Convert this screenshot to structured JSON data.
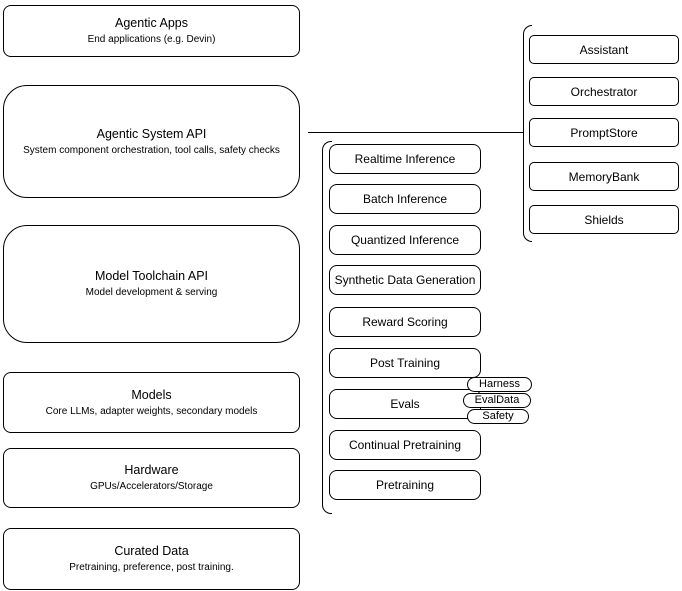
{
  "left_boxes": [
    {
      "title": "Agentic Apps",
      "subtitle": "End applications (e.g. Devin)"
    },
    {
      "title": "Agentic System API",
      "subtitle": "System component orchestration, tool calls, safety checks"
    },
    {
      "title": "Model Toolchain API",
      "subtitle": "Model development & serving"
    },
    {
      "title": "Models",
      "subtitle": "Core LLMs, adapter weights, secondary models"
    },
    {
      "title": "Hardware",
      "subtitle": "GPUs/Accelerators/Storage"
    },
    {
      "title": "Curated Data",
      "subtitle": "Pretraining, preference, post training."
    }
  ],
  "toolchain_boxes": [
    "Realtime Inference",
    "Batch Inference",
    "Quantized Inference",
    "Synthetic Data Generation",
    "Reward Scoring",
    "Post Training",
    "Evals",
    "Continual Pretraining",
    "Pretraining"
  ],
  "system_boxes": [
    "Assistant",
    "Orchestrator",
    "PromptStore",
    "MemoryBank",
    "Shields"
  ],
  "eval_pills": [
    "Harness",
    "EvalData",
    "Safety"
  ],
  "colors": {
    "stroke": "#000000",
    "fill": "#ffffff",
    "background": "#ffffff",
    "text": "#000000"
  }
}
